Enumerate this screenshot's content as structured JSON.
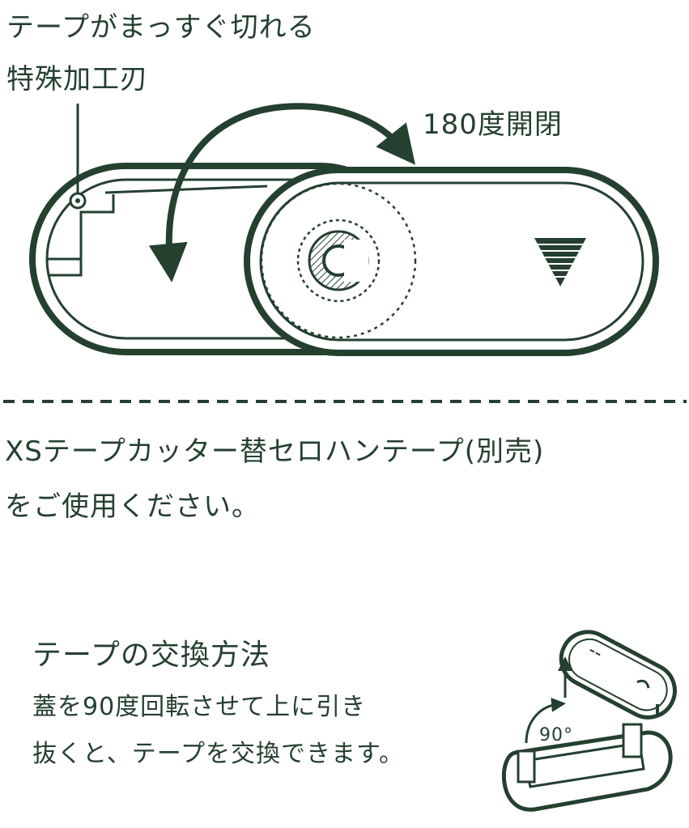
{
  "blade_label": [
    "テープがまっすぐ切れる",
    "特殊加工刃"
  ],
  "rotation_label": "180度開閉",
  "refill_note": [
    "XSテープカッター替セロハンテープ(別売)",
    "をご使用ください。"
  ],
  "replace": {
    "title": "テープの交換方法",
    "body": [
      "蓋を90度回転させて上に引き",
      "抜くと、テープを交換できます。"
    ],
    "angle_label": "90°"
  },
  "colors": {
    "ink": "#24402f"
  }
}
